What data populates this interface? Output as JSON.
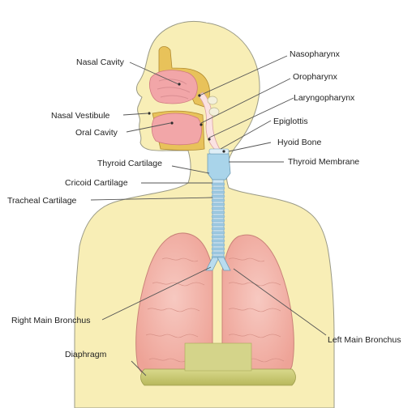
{
  "labels": {
    "nasal_cavity": "Nasal Cavity",
    "nasopharynx": "Nasopharynx",
    "oropharynx": "Oropharynx",
    "laryngopharynx": "Laryngopharynx",
    "nasal_vestibule": "Nasal Vestibule",
    "oral_cavity": "Oral Cavity",
    "epiglottis": "Epiglottis",
    "hyoid_bone": "Hyoid Bone",
    "thyroid_membrane": "Thyroid Membrane",
    "thyroid_cartilage": "Thyroid Cartilage",
    "cricoid_cartilage": "Cricoid Cartilage",
    "tracheal_cartilage": "Tracheal Cartilage",
    "right_main_bronchus": "Right Main Bronchus",
    "left_main_bronchus": "Left Main Bronchus",
    "diaphragm": "Diaphragm"
  },
  "colors": {
    "skin": "#f8eeb6",
    "skin_outline": "#8a8a7a",
    "lung": "#f2b3aa",
    "lung_vein": "#cf8a80",
    "nasal_pink": "#f2a6a8",
    "bone_tan": "#e8c25a",
    "trachea": "#b9dcef",
    "diaphragm": "#cfcf7a"
  }
}
